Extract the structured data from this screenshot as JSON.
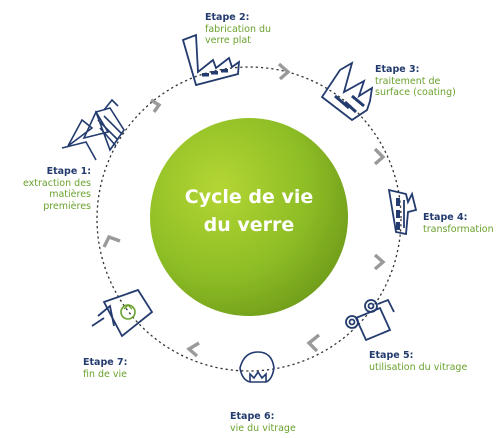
{
  "center": {
    "line1": "Cycle de vie",
    "line2": "du verre"
  },
  "colors": {
    "accent_green": "#6aa22e",
    "navy": "#233b6e",
    "chevron_gray": "#9a9a9a"
  },
  "steps": [
    {
      "title": "Etape 1:",
      "lines": [
        "extraction des",
        "matières",
        "premières"
      ],
      "icon": "oil-derrick-icon"
    },
    {
      "title": "Etape 2:",
      "lines": [
        "fabrication du",
        "verre plat"
      ],
      "icon": "factory-icon"
    },
    {
      "title": "Etape 3:",
      "lines": [
        "traitement de",
        "surface (coating)"
      ],
      "icon": "coating-factory-icon"
    },
    {
      "title": "Etape 4:",
      "lines": [
        "transformation"
      ],
      "icon": "processing-building-icon"
    },
    {
      "title": "Etape 5:",
      "lines": [
        "utilisation du vitrage"
      ],
      "icon": "glass-installation-icon"
    },
    {
      "title": "Etape 6:",
      "lines": [
        "vie du vitrage"
      ],
      "icon": "window-life-icon"
    },
    {
      "title": "Etape 7:",
      "lines": [
        "fin de vie"
      ],
      "icon": "recycling-bin-icon"
    }
  ]
}
